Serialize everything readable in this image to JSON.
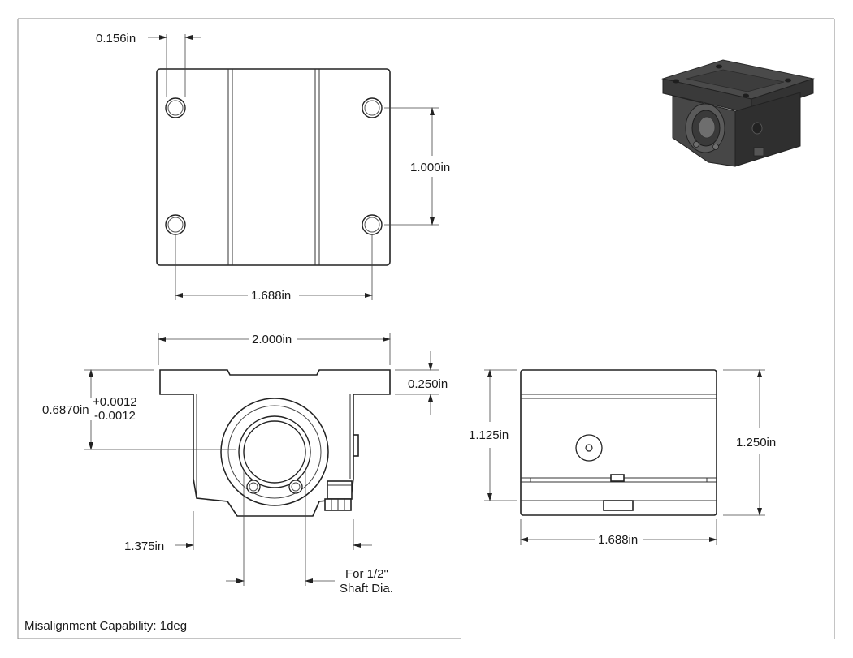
{
  "drawing": {
    "dimensions": {
      "hole_edge_offset": "0.156in",
      "hole_spacing_vertical": "1.000in",
      "hole_spacing_horizontal": "1.688in",
      "overall_width": "2.000in",
      "flange_thickness": "0.250in",
      "shaft_height_nominal": "0.6870in",
      "shaft_height_tol_plus": "+0.0012",
      "shaft_height_tol_minus": "-0.0012",
      "body_width": "1.375in",
      "side_height_inner": "1.125in",
      "side_height_overall": "1.250in",
      "side_length": "1.688in"
    },
    "shaft_note_line1": "For 1/2\"",
    "shaft_note_line2": "Shaft Dia.",
    "footer_note": "Misalignment Capability: 1deg"
  },
  "colors": {
    "line": "#222222",
    "render_dark": "#3a3a3a",
    "render_mid": "#555555",
    "render_light": "#6e6e6e"
  }
}
